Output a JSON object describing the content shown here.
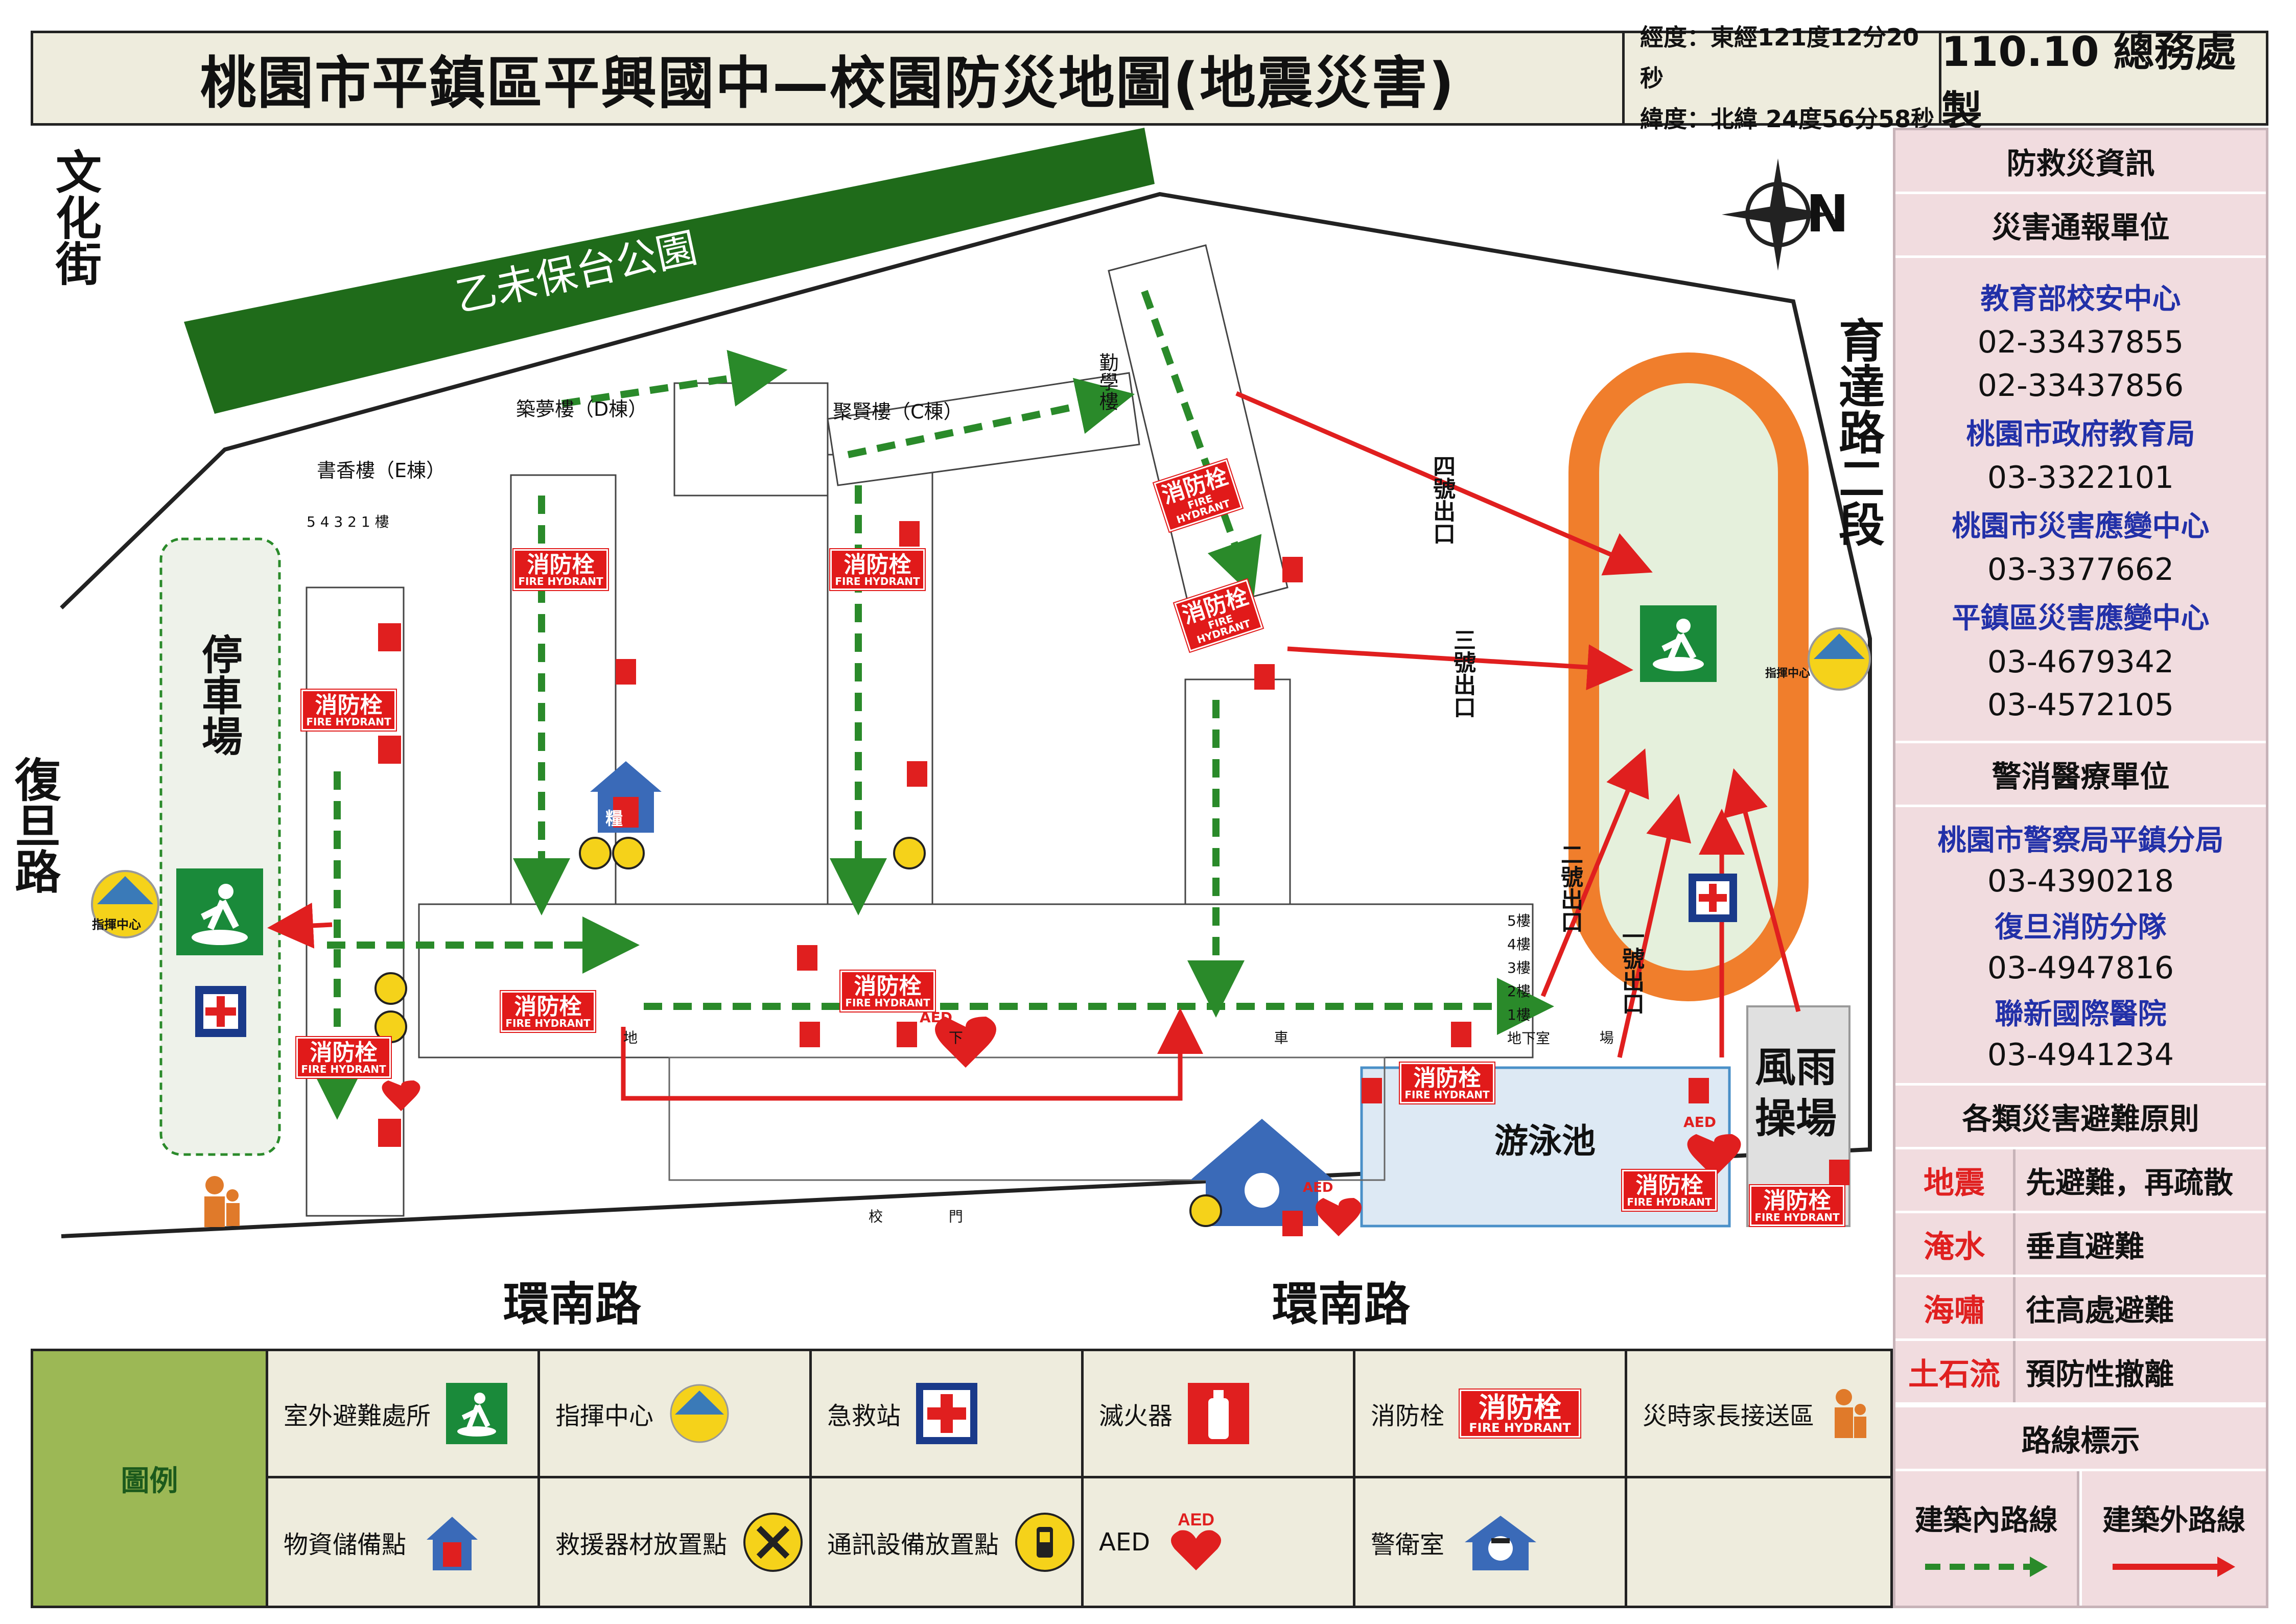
{
  "header": {
    "title": "桃園市平鎮區平興國中—校園防災地圖(地震災害)",
    "longitude": "經度：東經121度12分20秒",
    "latitude": "緯度：北緯 24度56分58秒",
    "made_by": "110.10 總務處製"
  },
  "panel": {
    "title": "防救災資訊",
    "report_title": "災害通報單位",
    "report_units": [
      {
        "name": "教育部校安中心",
        "phones": [
          "02-33437855",
          "02-33437856"
        ]
      },
      {
        "name": "桃園市政府教育局",
        "phones": [
          "03-3322101"
        ]
      },
      {
        "name": "桃園市災害應變中心",
        "phones": [
          "03-3377662"
        ]
      },
      {
        "name": "平鎮區災害應變中心",
        "phones": [
          "03-4679342",
          "03-4572105"
        ]
      }
    ],
    "medical_title": "警消醫療單位",
    "medical_units": [
      {
        "name": "桃園市警察局平鎮分局",
        "phone": "03-4390218"
      },
      {
        "name": "復旦消防分隊",
        "phone": "03-4947816"
      },
      {
        "name": "聯新國際醫院",
        "phone": "03-4941234"
      }
    ],
    "principles_title": "各類災害避難原則",
    "principles": [
      {
        "type": "地震",
        "rule": "先避難，再疏散"
      },
      {
        "type": "淹水",
        "rule": "垂直避難"
      },
      {
        "type": "海嘯",
        "rule": "往高處避難"
      },
      {
        "type": "土石流",
        "rule": "預防性撤離"
      }
    ],
    "route_title": "路線標示",
    "route_inside": "建築內路線",
    "route_outside": "建築外路線",
    "route_inside_color": "#2a8a2a",
    "route_outside_color": "#e01f1f"
  },
  "map": {
    "park": "乙未保台公園",
    "roads": {
      "west_top": "文化街",
      "west": "復旦路",
      "east": "育達路二段",
      "south_left": "環南路",
      "south_right": "環南路"
    },
    "parking": "停車場",
    "pool": "游泳池",
    "rain_field": "風雨操場",
    "north": "N",
    "command": "指揮中心",
    "exits": [
      "一號出口",
      "二號出口",
      "三號出口",
      "四號出口"
    ],
    "buildings": {
      "e": "書香樓（E棟）",
      "d": "築夢樓（D棟）",
      "c": "聚賢樓（C棟）",
      "b": "勤學樓",
      "floors_e": "5 4 3 2 1 樓",
      "gate": "校 門",
      "lot": "地 下 車 場",
      "floor_labels": [
        "5樓",
        "4樓",
        "3樓",
        "2樓",
        "1樓",
        "地下室"
      ]
    },
    "hydrant_text": "消防栓",
    "hydrant_sub": "FIRE HYDRANT",
    "aed_text": "AED",
    "storage_char": "糧"
  },
  "legend": {
    "title": "圖例",
    "items": [
      {
        "label": "室外避難處所",
        "icon": "outdoor-shelter-icon"
      },
      {
        "label": "指揮中心",
        "icon": "command-center-icon"
      },
      {
        "label": "急救站",
        "icon": "first-aid-icon"
      },
      {
        "label": "滅火器",
        "icon": "fire-extinguisher-icon"
      },
      {
        "label": "消防栓",
        "icon": "fire-hydrant-icon"
      },
      {
        "label": "災時家長接送區",
        "icon": "parent-pickup-icon"
      },
      {
        "label": "物資儲備點",
        "icon": "supply-storage-icon"
      },
      {
        "label": "救援器材放置點",
        "icon": "rescue-equipment-icon"
      },
      {
        "label": "通訊設備放置點",
        "icon": "communication-icon"
      },
      {
        "label": "AED",
        "icon": "aed-icon"
      },
      {
        "label": "警衛室",
        "icon": "guard-room-icon"
      }
    ]
  }
}
